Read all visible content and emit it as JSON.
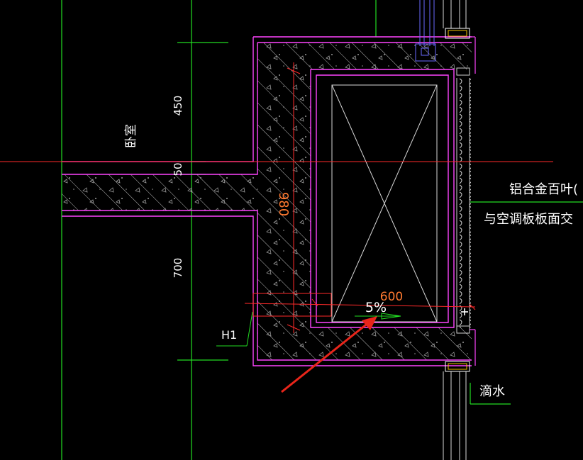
{
  "labels": {
    "room": "卧室",
    "dim_top": "450",
    "dim_mid": "50",
    "dim_bottom": "700",
    "dim_red_vertical": "980",
    "dim_red_horizontal": "600",
    "slope": "5%",
    "tag_h1": "H1",
    "note_line1": "铝合金百叶(",
    "note_line2": "与空调板板面交",
    "drip": "滴水"
  },
  "colors": {
    "background": "#000000",
    "wall_outline": "#ff44ff",
    "hatch": "#bfbfbf",
    "green_line": "#22dd22",
    "red_line": "#ff2a2a",
    "orange_text": "#ff7a30",
    "white_text": "#ffffff",
    "arrow": "#e8251a",
    "blue_line": "#6a6aff"
  }
}
